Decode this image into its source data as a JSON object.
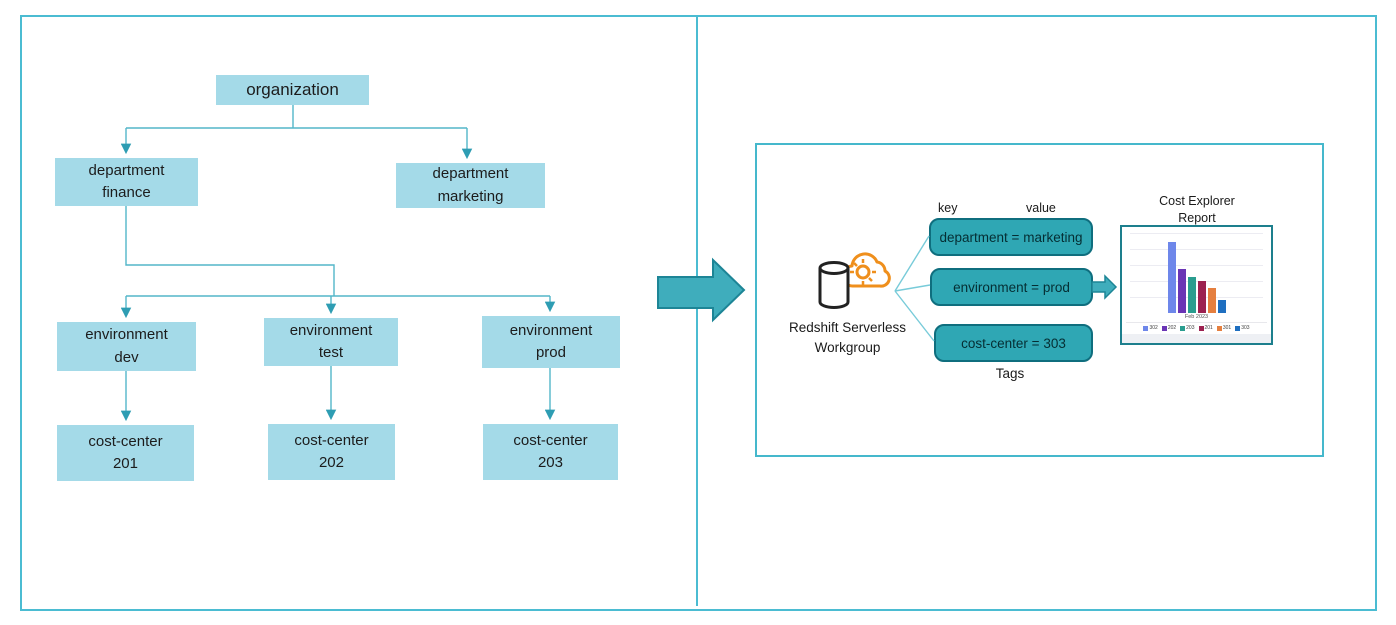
{
  "org_chart": {
    "nodes": [
      {
        "id": "organization",
        "label": "organization"
      },
      {
        "id": "department-finance",
        "label": "department\nfinance"
      },
      {
        "id": "department-marketing",
        "label": "department\nmarketing"
      },
      {
        "id": "environment-dev",
        "label": "environment\ndev"
      },
      {
        "id": "environment-test",
        "label": "environment\ntest"
      },
      {
        "id": "environment-prod",
        "label": "environment\nprod"
      },
      {
        "id": "cost-center-201",
        "label": "cost-center\n201"
      },
      {
        "id": "cost-center-202",
        "label": "cost-center\n202"
      },
      {
        "id": "cost-center-203",
        "label": "cost-center\n203"
      }
    ]
  },
  "right_panel": {
    "workgroup_label": "Redshift Serverless\nWorkgroup",
    "workgroup_icon": "redshift-serverless-icon",
    "flow_icon": "big-right-arrow-icon",
    "to_report_icon": "small-right-arrow-icon",
    "tag_table": {
      "key_header": "key",
      "value_header": "value",
      "tags": [
        {
          "text": "department = marketing"
        },
        {
          "text": "environment =  prod"
        },
        {
          "text": "cost-center = 303"
        }
      ],
      "caption": "Tags"
    },
    "report_title": "Cost Explorer\nReport"
  },
  "chart_data": {
    "type": "bar",
    "title": "Cost Explorer Report",
    "x": [
      "Feb 2023"
    ],
    "series": [
      {
        "name": "302",
        "color": "#6e87ea",
        "values": [
          71
        ]
      },
      {
        "name": "202",
        "color": "#6a35b5",
        "values": [
          44
        ]
      },
      {
        "name": "203",
        "color": "#2a9d8f",
        "values": [
          36
        ]
      },
      {
        "name": "201",
        "color": "#9c2150",
        "values": [
          32
        ]
      },
      {
        "name": "301",
        "color": "#e57f3f",
        "values": [
          25
        ]
      },
      {
        "name": "303",
        "color": "#1f6fc0",
        "values": [
          13
        ]
      }
    ],
    "ylim": [
      0,
      80
    ],
    "grid": true,
    "legend_position": "bottom"
  },
  "colors": {
    "box_fill": "#a4dae8",
    "frame": "#4bbcd2",
    "connector": "#53b6c9",
    "arrowhead": "#2e9db3",
    "pill_fill": "#2fa7b4",
    "pill_border": "#0f6e7e",
    "big_arrow_fill": "#3fadbc",
    "big_arrow_border": "#1d8596",
    "chart_border": "#1d7f8d",
    "cloud_icon": "#ef8f1c"
  }
}
